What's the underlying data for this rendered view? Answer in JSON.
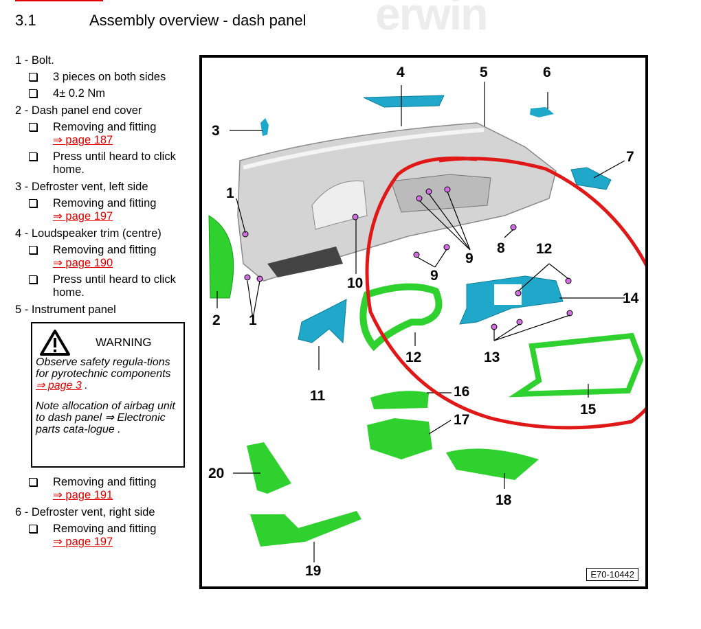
{
  "header": {
    "section_number": "3.1",
    "section_title": "Assembly overview - dash panel",
    "watermark": "erwin"
  },
  "parts_list": [
    {
      "num": "1",
      "head": "1 - Bolt.",
      "notes": [
        {
          "text": "3 pieces on both sides"
        },
        {
          "text": "4± 0.2 Nm"
        }
      ]
    },
    {
      "num": "2",
      "head": "2 - Dash panel end cover",
      "notes": [
        {
          "text": "Removing and fitting",
          "link": "⇒ page 187"
        },
        {
          "text": "Press until heard to click home."
        }
      ]
    },
    {
      "num": "3",
      "head": "3 - Defroster vent, left side",
      "notes": [
        {
          "text": "Removing and fitting",
          "link": "⇒ page 197"
        }
      ]
    },
    {
      "num": "4",
      "head": "4 - Loudspeaker trim (centre)",
      "notes": [
        {
          "text": "Removing and fitting",
          "link": "⇒ page 190"
        },
        {
          "text": "Press until heard to click home."
        }
      ]
    },
    {
      "num": "5",
      "head": "5 - Instrument panel",
      "notes": [
        {
          "text": "Removing and fitting",
          "link": "⇒ page 191"
        }
      ]
    },
    {
      "num": "6",
      "head": "6 - Defroster vent, right side",
      "notes": [
        {
          "text": "Removing and fitting",
          "link": "⇒ page 197"
        }
      ]
    }
  ],
  "warning": {
    "title": "WARNING",
    "p1_text": "Observe safety regula-tions for pyrotechnic components",
    "p1_link": "⇒ page 3",
    "p1_end": " .",
    "p2_text": "Note allocation of airbag unit to dash panel ⇒ Electronic parts cata-logue ."
  },
  "diagram": {
    "figure_id": "E70-10442",
    "labels": [
      "1",
      "2",
      "3",
      "4",
      "5",
      "6",
      "7",
      "8",
      "9",
      "10",
      "11",
      "12",
      "13",
      "14",
      "15",
      "16",
      "17",
      "18",
      "19",
      "20"
    ],
    "colors": {
      "body": "#c8c8c8",
      "blue_part": "#1fa8c9",
      "green_part": "#2ed12e",
      "bolt": "#d070e0",
      "annotation": "#e01818"
    }
  }
}
